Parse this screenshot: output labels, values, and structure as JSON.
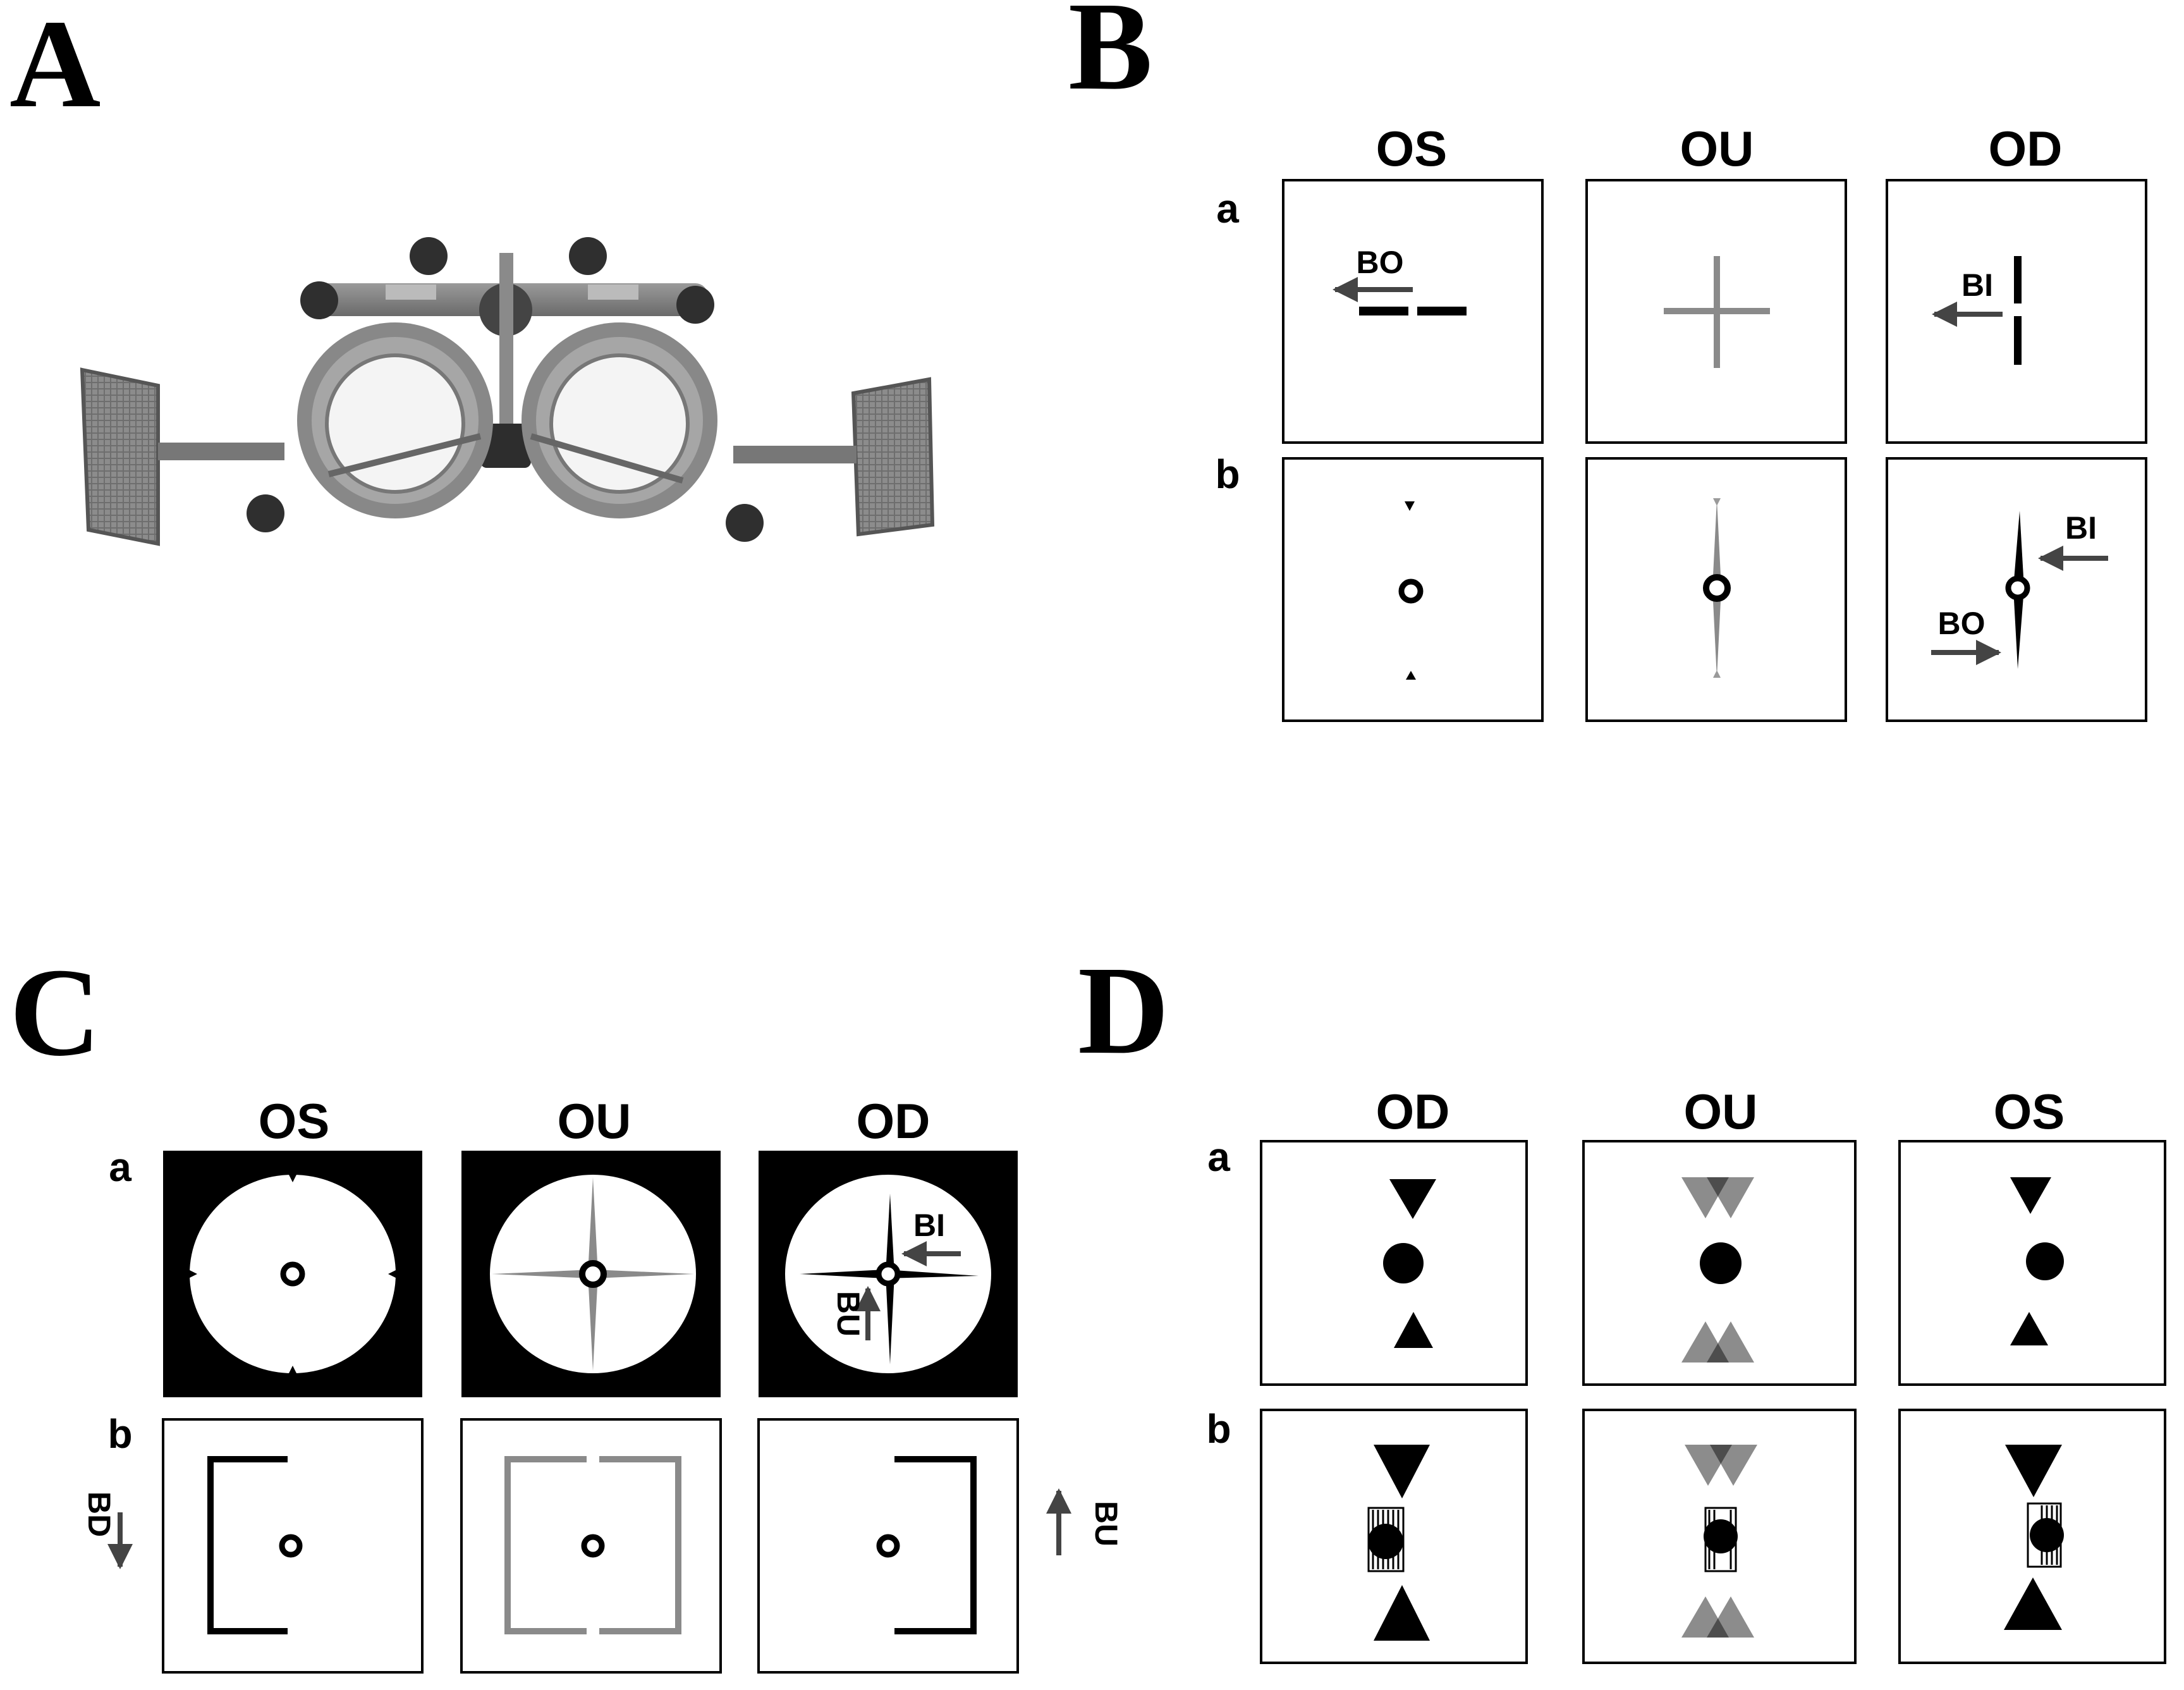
{
  "panels": {
    "A": {
      "letter": "A"
    },
    "B": {
      "letter": "B",
      "columns": [
        "OS",
        "OU",
        "OD"
      ],
      "rows": [
        "a",
        "b"
      ],
      "labels": {
        "bo": "BO",
        "bi": "BI"
      }
    },
    "C": {
      "letter": "C",
      "columns": [
        "OS",
        "OU",
        "OD"
      ],
      "rows": [
        "a",
        "b"
      ],
      "labels": {
        "bi": "BI",
        "bu": "BU",
        "bd": "BD"
      }
    },
    "D": {
      "letter": "D",
      "columns": [
        "OD",
        "OU",
        "OS"
      ],
      "rows": [
        "a",
        "b"
      ]
    }
  },
  "colors": {
    "ink": "#000000",
    "gray": "#8a8a8a",
    "paper": "#ffffff",
    "arrow": "#444444"
  }
}
